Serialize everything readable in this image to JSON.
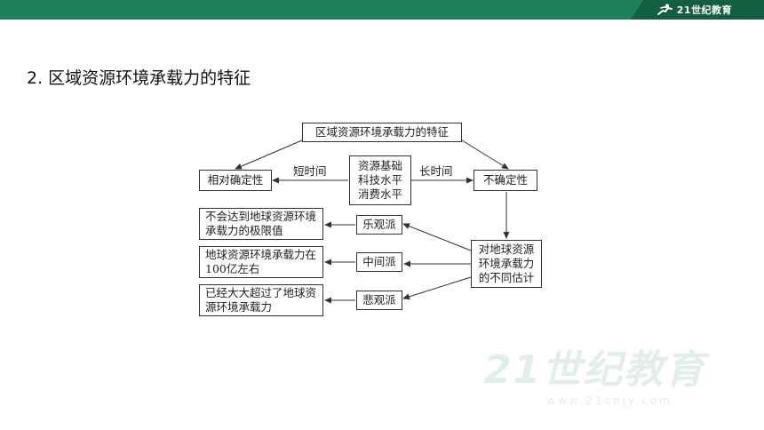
{
  "header": {
    "brand_text": "21世纪教育",
    "brand_icon": "runner-logo-icon"
  },
  "slide": {
    "title": "2.  区域资源环境承载力的特征"
  },
  "diagram": {
    "root": "区域资源环境承载力的特征",
    "relative": "相对确定性",
    "factors": "资源基础\n科技水平\n消费水平",
    "uncertain": "不确定性",
    "short_time": "短时间",
    "long_time": "长时间",
    "estimates": "对地球资源\n环境承载力\n的不同估计",
    "optimist": "乐观派",
    "middle": "中间派",
    "pessimist": "悲观派",
    "optimist_desc": "不会达到地球资源环境承载力的极限值",
    "middle_desc": "地球资源环境承载力在100亿左右",
    "pessimist_desc": "已经大大超过了地球资源环境承载力"
  },
  "watermark": {
    "big": "21世纪教育",
    "small": "www.21cnjy.com"
  }
}
